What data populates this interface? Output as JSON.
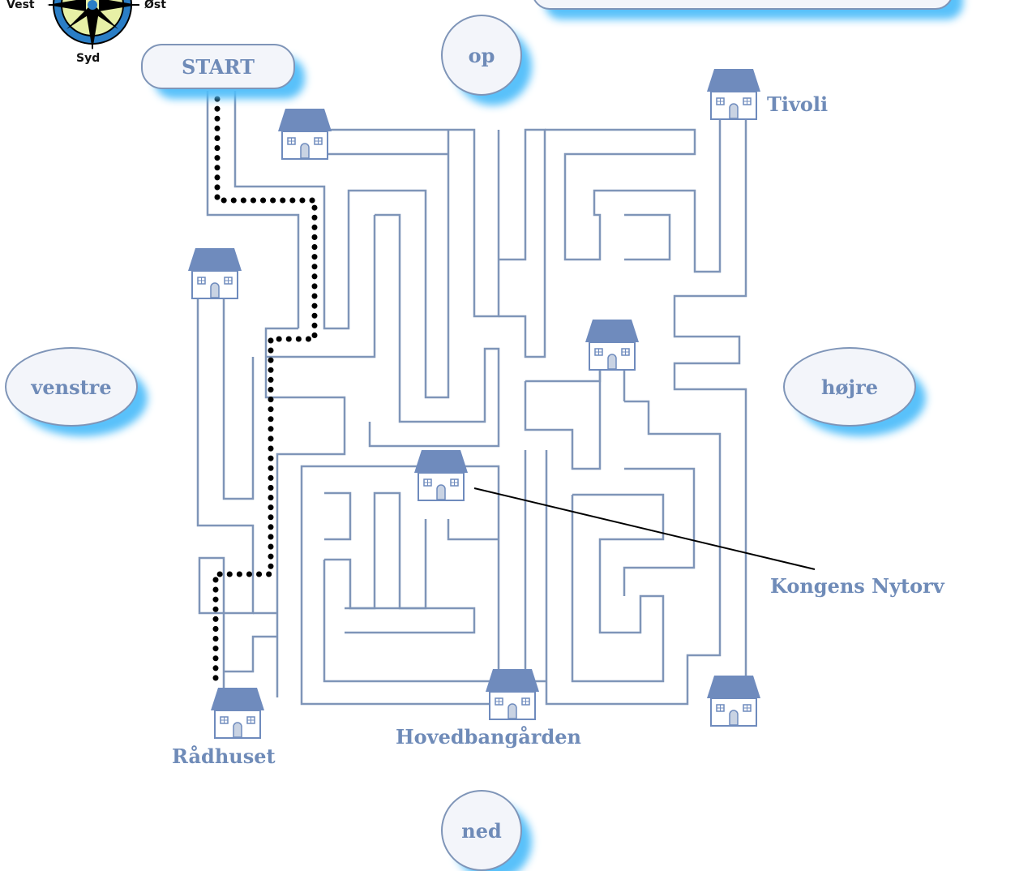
{
  "compass": {
    "west": "Vest",
    "east": "Øst",
    "south": "Syd"
  },
  "start_label": "START",
  "buttons": {
    "up": "op",
    "down": "ned",
    "left": "venstre",
    "right": "højre"
  },
  "places": {
    "tivoli": "Tivoli",
    "kongens_nytorv": "Kongens Nytorv",
    "hovedbanegaarden": "Hovedbangården",
    "raadhuset": "Rådhuset"
  },
  "colors": {
    "maze_wall": "#7f95b8",
    "house_roof": "#6f8bbd",
    "label": "#6f8bb8",
    "glow": "#55c3fb",
    "path": "#000000"
  }
}
